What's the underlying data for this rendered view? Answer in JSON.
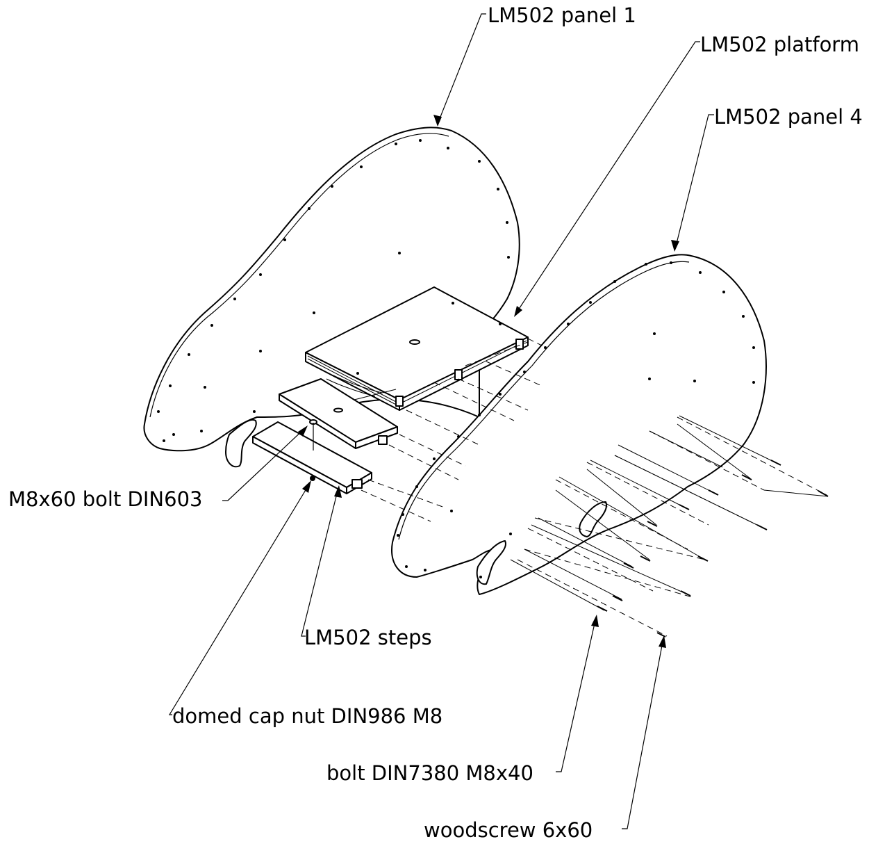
{
  "drawing": {
    "callouts": {
      "panel1": "LM502 panel 1",
      "platform": "LM502 platform",
      "panel4": "LM502 panel 4",
      "bolt_din603": "M8x60 bolt DIN603",
      "steps": "LM502 steps",
      "cap_nut": "domed cap nut DIN986 M8",
      "bolt_din7380": "bolt DIN7380 M8x40",
      "woodscrew": "woodscrew 6x60"
    },
    "line_color": "#000000",
    "background": "#ffffff"
  }
}
